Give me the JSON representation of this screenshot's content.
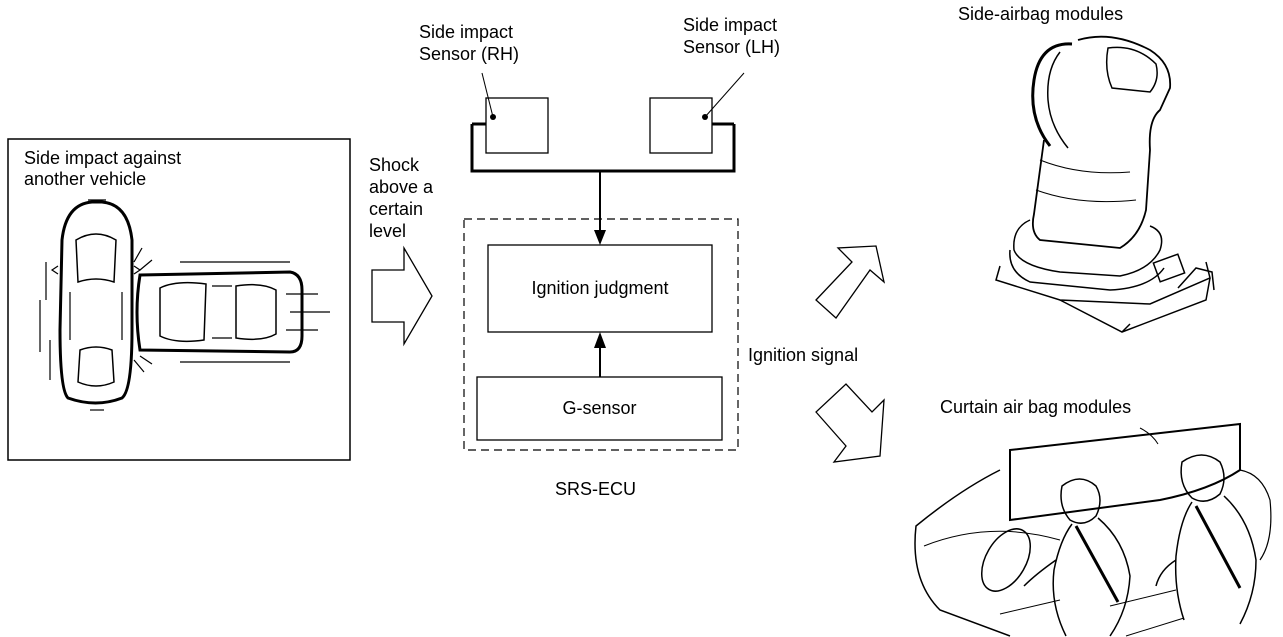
{
  "impact_panel": {
    "label_line1": "Side impact against",
    "label_line2": "another vehicle"
  },
  "shock": {
    "line1": "Shock",
    "line2": "above a",
    "line3": "certain",
    "line4": "level"
  },
  "sensors": {
    "rh_line1": "Side impact",
    "rh_line2": "Sensor (RH)",
    "lh_line1": "Side impact",
    "lh_line2": "Sensor (LH)"
  },
  "ecu": {
    "ignition_judgment": "Ignition judgment",
    "g_sensor": "G-sensor",
    "caption": "SRS-ECU"
  },
  "ignition_signal": "Ignition signal",
  "outputs": {
    "side_airbag": "Side-airbag modules",
    "curtain_airbag": "Curtain air bag modules"
  }
}
